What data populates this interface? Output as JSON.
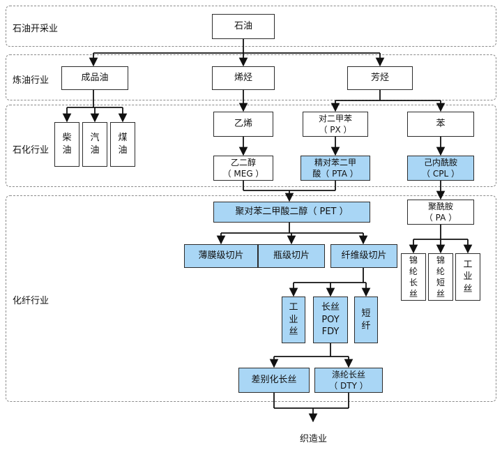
{
  "sectors": {
    "oil_extraction": "石油开采业",
    "refining": "炼油行业",
    "petrochemical": "石化行业",
    "chemical_fiber": "化纤行业"
  },
  "nodes": {
    "crude_oil": "石油",
    "refined_oil": "成品油",
    "olefins": "烯烃",
    "aromatics": "芳烃",
    "diesel": "柴\n油",
    "gasoline": "汽\n油",
    "kerosene": "煤\n油",
    "ethylene": "乙烯",
    "paraxylene": "对二甲苯\n（ PX ）",
    "benzene": "苯",
    "meg": "乙二醇\n（ MEG ）",
    "pta": "精对苯二甲\n酸（ PTA ）",
    "cpl": "己内酰胺\n（ CPL ）",
    "pet": "聚对苯二甲酸二醇（ PET ）",
    "pa": "聚酰胺\n（ PA ）",
    "film_chips": "薄膜级切片",
    "bottle_chips": "瓶级切片",
    "fiber_chips": "纤维级切片",
    "nylon_filament": "锦\n纶\n长\n丝",
    "nylon_staple": "锦\n纶\n短\n丝",
    "industrial_yarn_pa": "工\n业\n丝",
    "industrial_yarn": "工\n业\n丝",
    "filament_poy_fdy": "长丝\nPOY\nFDY",
    "staple_fiber": "短\n纤",
    "differential_filament": "差别化长丝",
    "polyester_dty": "涤纶长丝\n（ DTY ）"
  },
  "weaving": "织造业",
  "colors": {
    "highlight": "#a9d6f5",
    "border": "#2b2b2b",
    "line": "#111111",
    "sector_border": "#8a8a8a"
  }
}
